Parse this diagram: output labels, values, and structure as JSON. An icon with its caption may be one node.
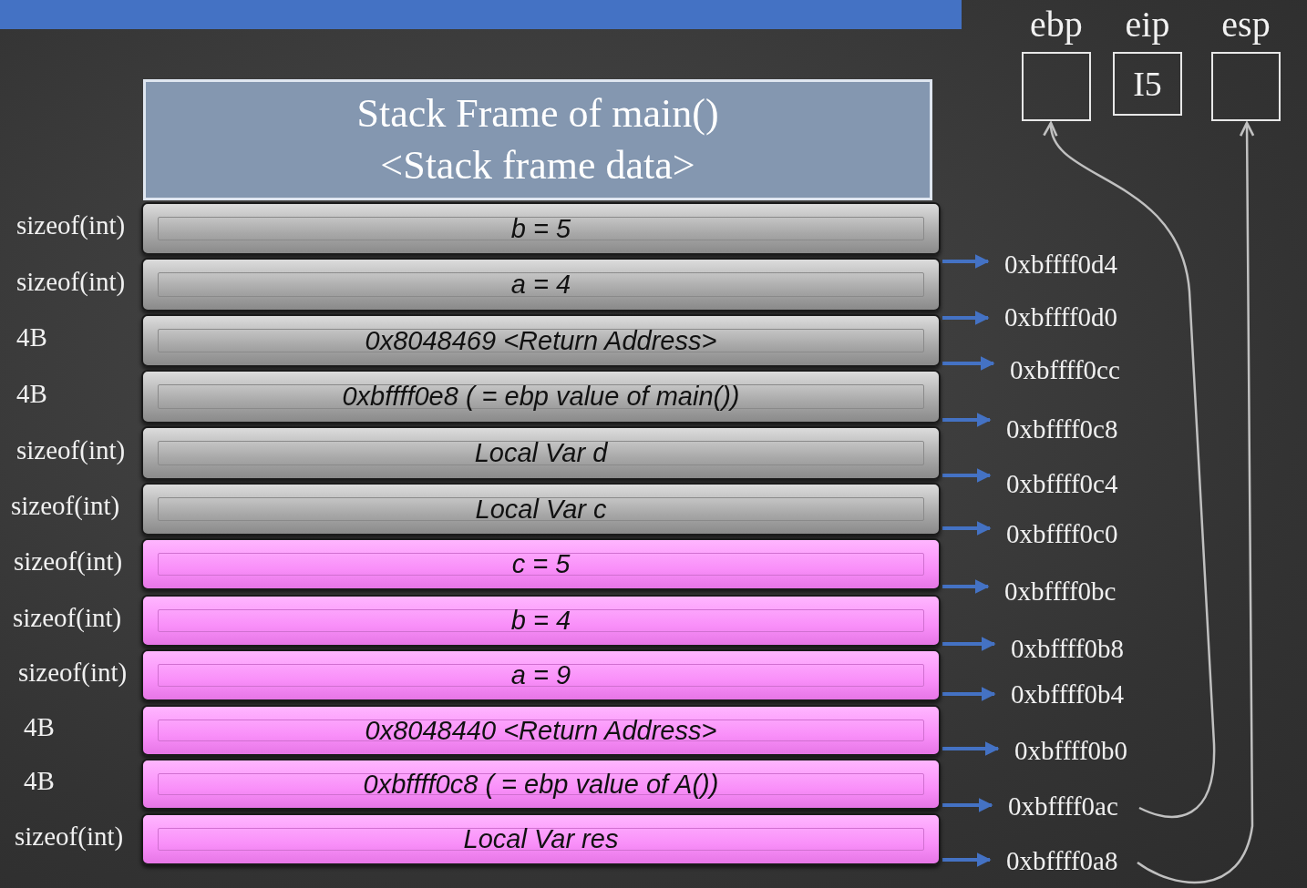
{
  "diagram": {
    "nodes": [
      {
        "text": [],
        "shape": "bar"
      },
      {
        "text": [
          "ebp"
        ]
      },
      {
        "text": [
          "eip",
          "I5"
        ]
      },
      {
        "text": [
          "esp"
        ]
      },
      {
        "text": [
          "Stack Frame of main()",
          "<Stack frame data>"
        ]
      },
      {
        "text": [
          "b = 5"
        ],
        "beside": [
          "sizeof(int)"
        ]
      },
      {
        "text": [
          "a = 4"
        ],
        "beside": [
          "sizeof(int)"
        ]
      },
      {
        "text": [
          "0x8048469 <Return Address>"
        ],
        "beside": [
          "4B"
        ]
      },
      {
        "text": [
          "0xbffff0e8 ( = ebp value of main())"
        ],
        "beside": [
          "4B"
        ]
      },
      {
        "text": [
          "Local Var d"
        ],
        "beside": [
          "sizeof(int)"
        ]
      },
      {
        "text": [
          "Local Var c"
        ],
        "beside": [
          "sizeof(int)"
        ]
      },
      {
        "text": [
          "c = 5"
        ],
        "beside": [
          "sizeof(int)"
        ]
      },
      {
        "text": [
          "b = 4"
        ],
        "beside": [
          "sizeof(int)"
        ]
      },
      {
        "text": [
          "a = 9"
        ],
        "beside": [
          "sizeof(int)"
        ]
      },
      {
        "text": [
          "0x8048440 <Return Address>"
        ],
        "beside": [
          "4B"
        ]
      },
      {
        "text": [
          "0xbffff0c8 ( = ebp value of A())"
        ],
        "beside": [
          "4B"
        ]
      },
      {
        "text": [
          "Local Var res"
        ],
        "beside": [
          "sizeof(int)"
        ]
      },
      {
        "text": [
          "0xbffff0d4"
        ]
      },
      {
        "text": [
          "0xbffff0d0"
        ]
      },
      {
        "text": [
          "0xbffff0cc"
        ]
      },
      {
        "text": [
          "0xbffff0c8"
        ]
      },
      {
        "text": [
          "0xbffff0c4"
        ]
      },
      {
        "text": [
          "0xbffff0c0"
        ]
      },
      {
        "text": [
          "0xbffff0bc"
        ]
      },
      {
        "text": [
          "0xbffff0b8"
        ]
      },
      {
        "text": [
          "0xbffff0b4"
        ]
      },
      {
        "text": [
          "0xbffff0b0"
        ]
      },
      {
        "text": [
          "0xbffff0ac"
        ]
      },
      {
        "text": [
          "0xbffff0a8"
        ]
      }
    ],
    "edges": [
      {
        "from": 6,
        "to": 17,
        "arrow": "to"
      },
      {
        "from": 7,
        "to": 18,
        "arrow": "to"
      },
      {
        "from": 7,
        "to": 19,
        "arrow": "to"
      },
      {
        "from": 8,
        "to": 20,
        "arrow": "to"
      },
      {
        "from": 9,
        "to": 21,
        "arrow": "to"
      },
      {
        "from": 10,
        "to": 22,
        "arrow": "to"
      },
      {
        "from": 11,
        "to": 23,
        "arrow": "to"
      },
      {
        "from": 12,
        "to": 24,
        "arrow": "to"
      },
      {
        "from": 13,
        "to": 25,
        "arrow": "to"
      },
      {
        "from": 14,
        "to": 26,
        "arrow": "to"
      },
      {
        "from": 15,
        "to": 27,
        "arrow": "to"
      },
      {
        "from": 16,
        "to": 28,
        "arrow": "to"
      },
      {
        "from": 27,
        "to": 1,
        "arrow": "to",
        "color": "#c0c0c0"
      },
      {
        "from": 28,
        "to": 3,
        "arrow": "to",
        "color": "#c0c0c0"
      }
    ]
  }
}
